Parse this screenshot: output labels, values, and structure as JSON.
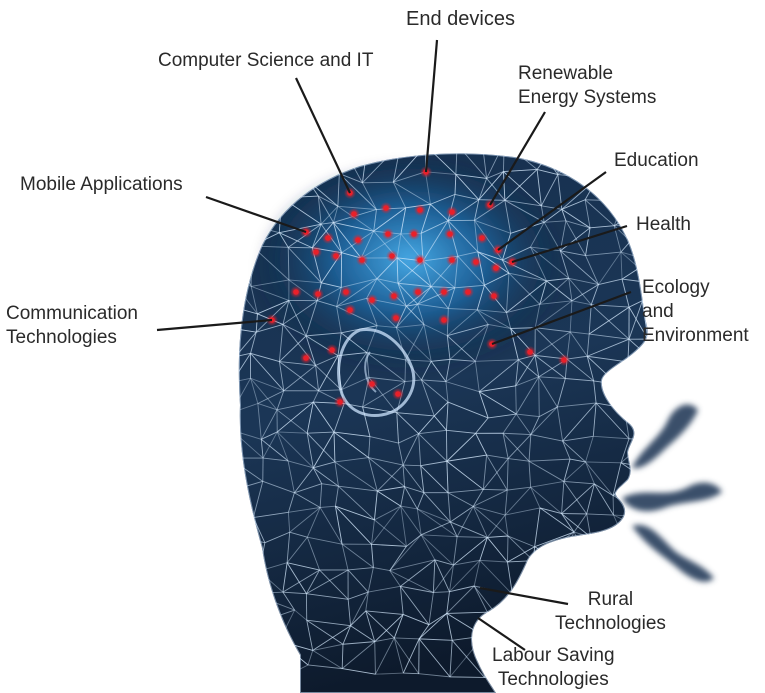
{
  "labels": {
    "end_devices": "End devices",
    "computer_science": "Computer Science and IT",
    "renewable": [
      "Renewable",
      "Energy Systems"
    ],
    "education": "Education",
    "mobile_apps": "Mobile Applications",
    "health": "Health",
    "communication": [
      "Communication",
      "Technologies"
    ],
    "ecology": [
      "Ecology",
      "and",
      "Environment"
    ],
    "rural": [
      "Rural",
      "Technologies"
    ],
    "labour": [
      "Labour Saving",
      "Technologies"
    ]
  },
  "colors": {
    "node": "#e8202a",
    "head_dark": "#0e1e34",
    "head_glow": "#3a9fe0",
    "mesh": "#d8ecff",
    "leader": "#1a1a1a",
    "breath": "#3a4f6a"
  }
}
